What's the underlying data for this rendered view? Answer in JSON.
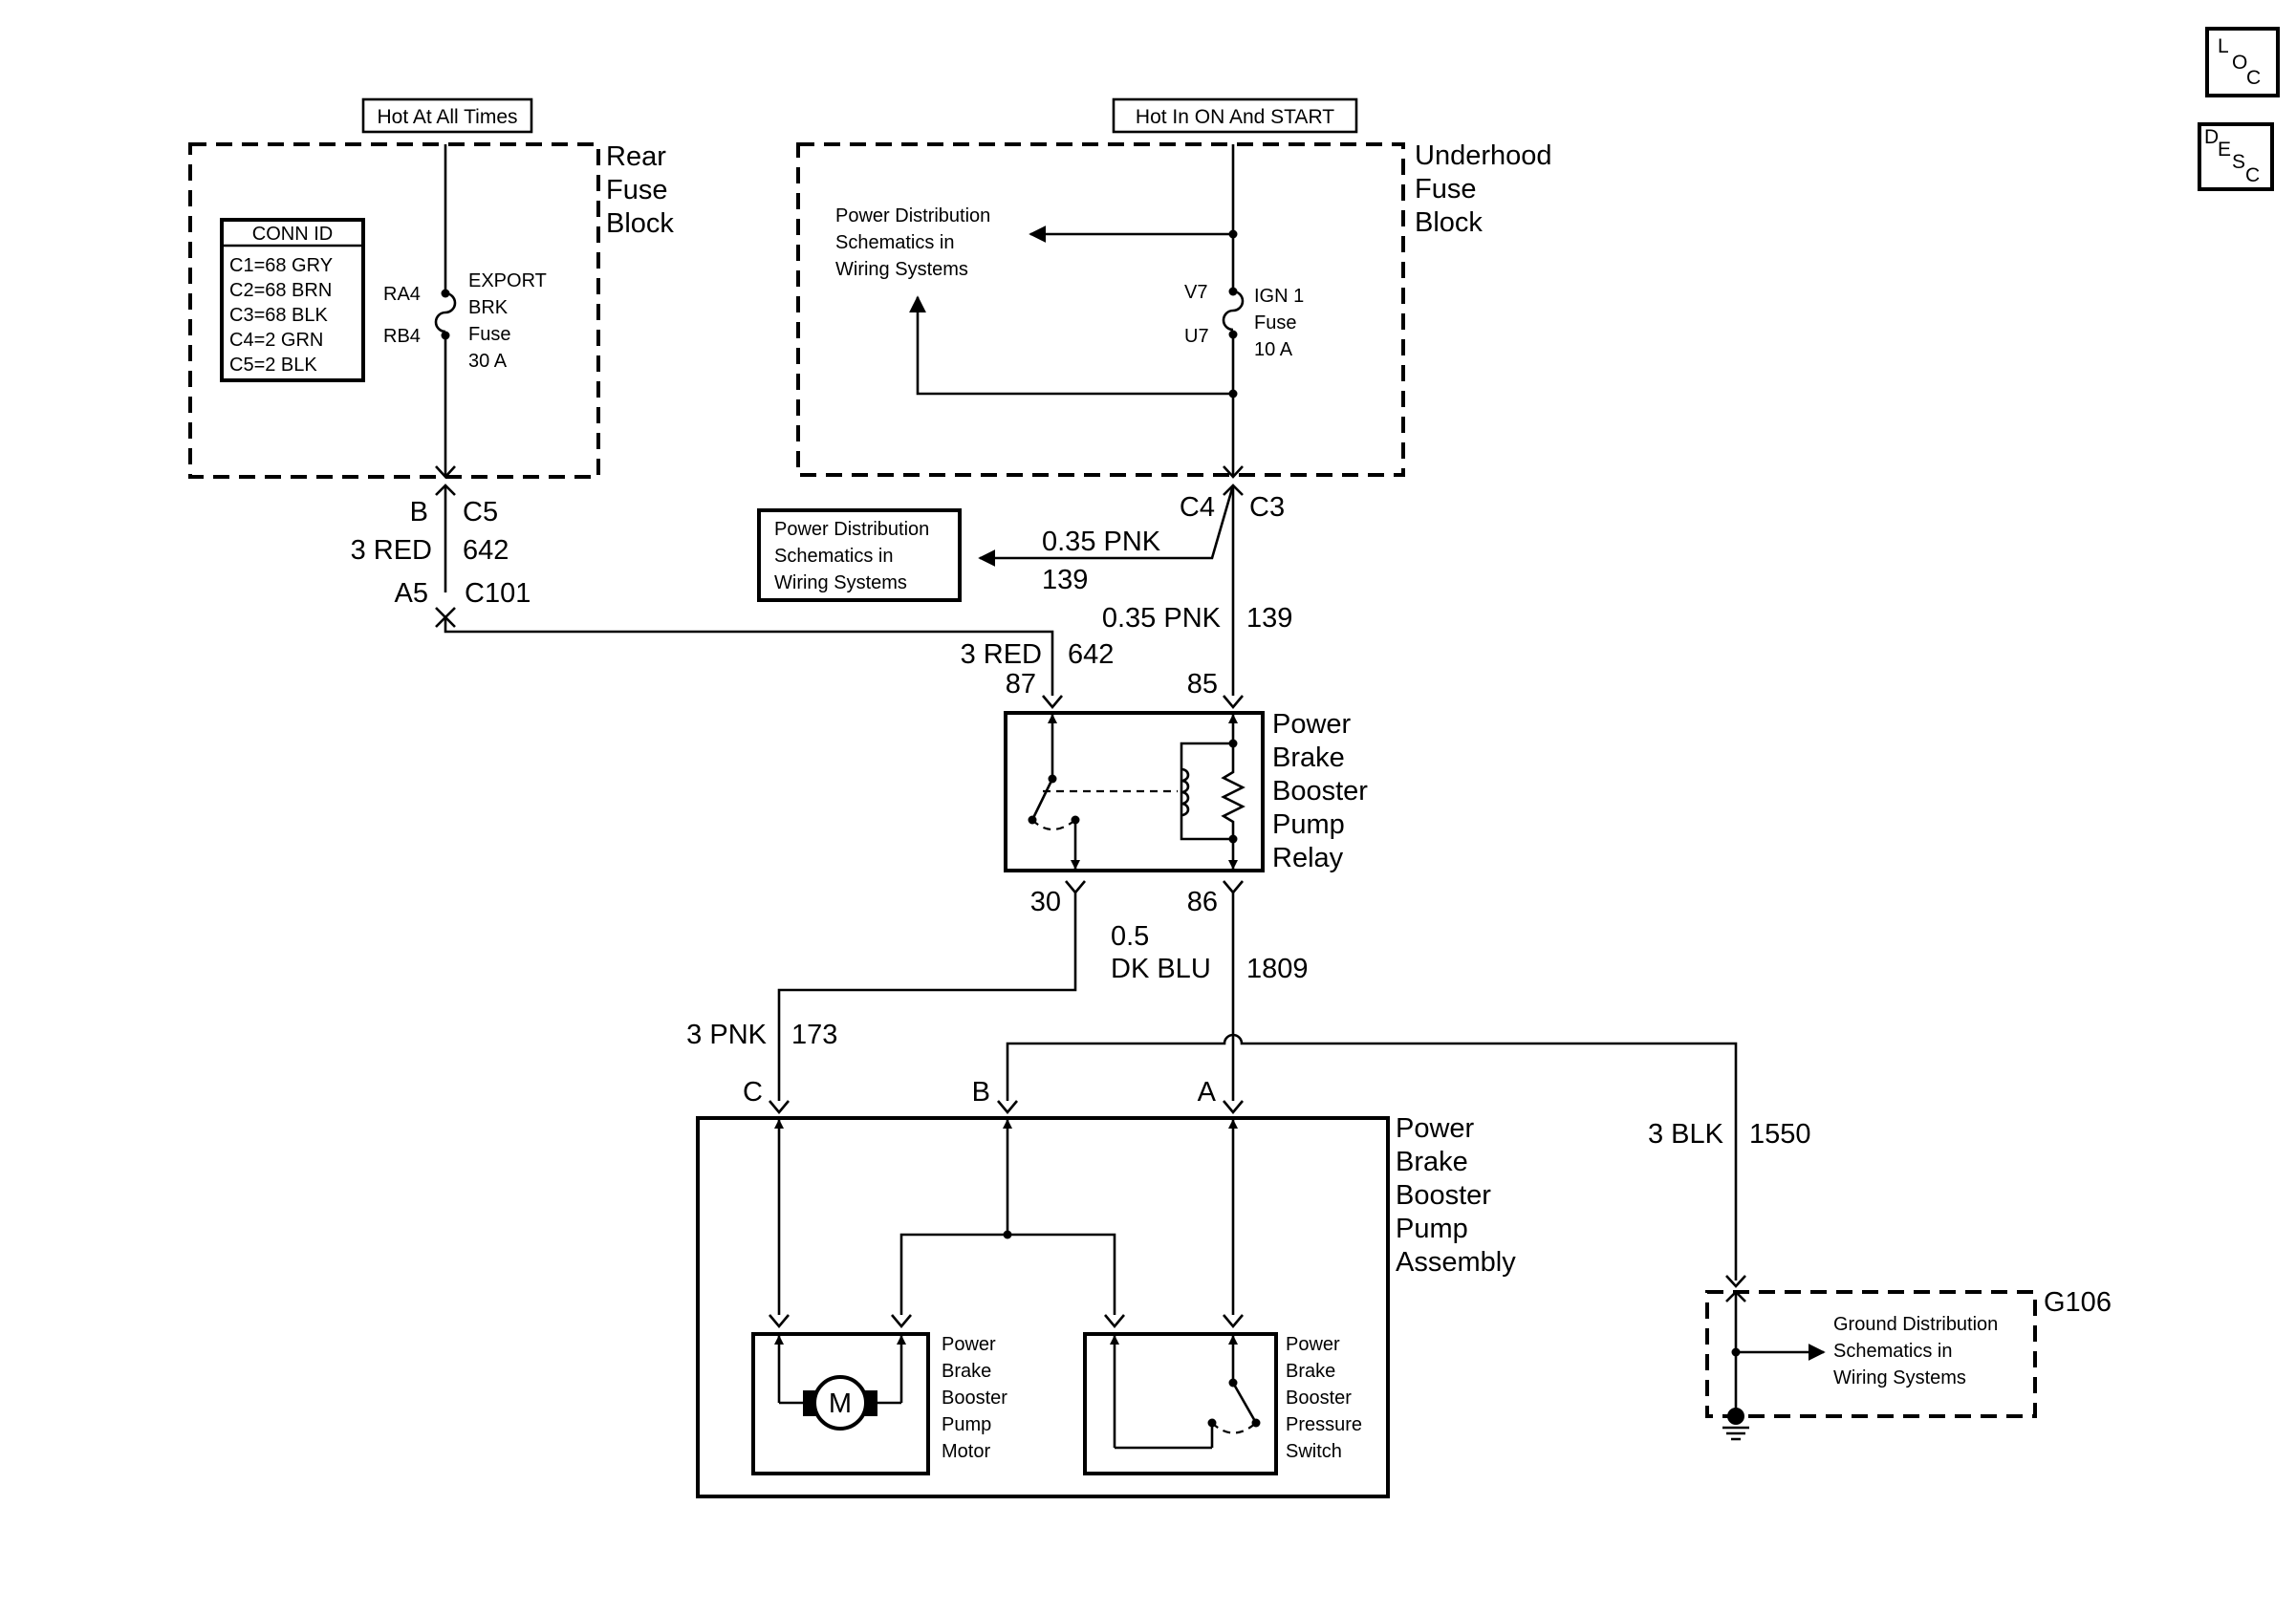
{
  "icons": {
    "loc": [
      "L",
      "O",
      "C"
    ],
    "desc": [
      "D",
      "E",
      "S",
      "C"
    ]
  },
  "rear_fuse_block": {
    "supply_label": "Hot At All Times",
    "title_lines": [
      "Rear",
      "Fuse",
      "Block"
    ],
    "conn_id": {
      "header": "CONN ID",
      "rows": [
        "C1=68 GRY",
        "C2=68 BRN",
        "C3=68 BLK",
        "C4=2 GRN",
        "C5=2 BLK"
      ]
    },
    "fuse": {
      "pin_top": "RA4",
      "pin_bottom": "RB4",
      "name_lines": [
        "EXPORT",
        "BRK",
        "Fuse",
        "30 A"
      ]
    },
    "connector_pin": "B",
    "connector_id": "C5"
  },
  "underhood_fuse_block": {
    "supply_label": "Hot In ON And START",
    "title_lines": [
      "Underhood",
      "Fuse",
      "Block"
    ],
    "inner_ref_lines": [
      "Power Distribution",
      "Schematics in",
      "Wiring Systems"
    ],
    "fuse": {
      "pin_top": "V7",
      "pin_bottom": "U7",
      "name_lines": [
        "IGN 1",
        "Fuse",
        "10 A"
      ]
    },
    "connector_pin": "C4",
    "connector_id": "C3"
  },
  "pwr_dist_ref_box": {
    "lines": [
      "Power Distribution",
      "Schematics in",
      "Wiring Systems"
    ]
  },
  "wires": {
    "red_642_upper": {
      "gauge_color": "3 RED",
      "circuit": "642"
    },
    "c101": {
      "pin": "A5",
      "connector": "C101"
    },
    "pnk_branch": {
      "gauge_color": "0.35 PNK",
      "circuit": "139"
    },
    "pnk_139": {
      "gauge_color": "0.35 PNK",
      "circuit": "139"
    },
    "red_642_lower": {
      "gauge_color": "3 RED",
      "circuit": "642"
    },
    "blu_1809": {
      "gauge": "0.5",
      "color": "DK BLU",
      "circuit": "1809"
    },
    "pnk_173": {
      "gauge_color": "3 PNK",
      "circuit": "173"
    },
    "blk_1550": {
      "gauge_color": "3 BLK",
      "circuit": "1550"
    }
  },
  "relay": {
    "title_lines": [
      "Power",
      "Brake",
      "Booster",
      "Pump",
      "Relay"
    ],
    "pins": {
      "p87": "87",
      "p85": "85",
      "p30": "30",
      "p86": "86"
    }
  },
  "pump_assembly": {
    "title_lines": [
      "Power",
      "Brake",
      "Booster",
      "Pump",
      "Assembly"
    ],
    "pins": {
      "c": "C",
      "b": "B",
      "a": "A"
    },
    "motor": {
      "symbol": "M",
      "label_lines": [
        "Power",
        "Brake",
        "Booster",
        "Pump",
        "Motor"
      ]
    },
    "switch": {
      "label_lines": [
        "Power",
        "Brake",
        "Booster",
        "Pressure",
        "Switch"
      ]
    }
  },
  "ground": {
    "id": "G106",
    "ref_lines": [
      "Ground Distribution",
      "Schematics in",
      "Wiring Systems"
    ]
  }
}
